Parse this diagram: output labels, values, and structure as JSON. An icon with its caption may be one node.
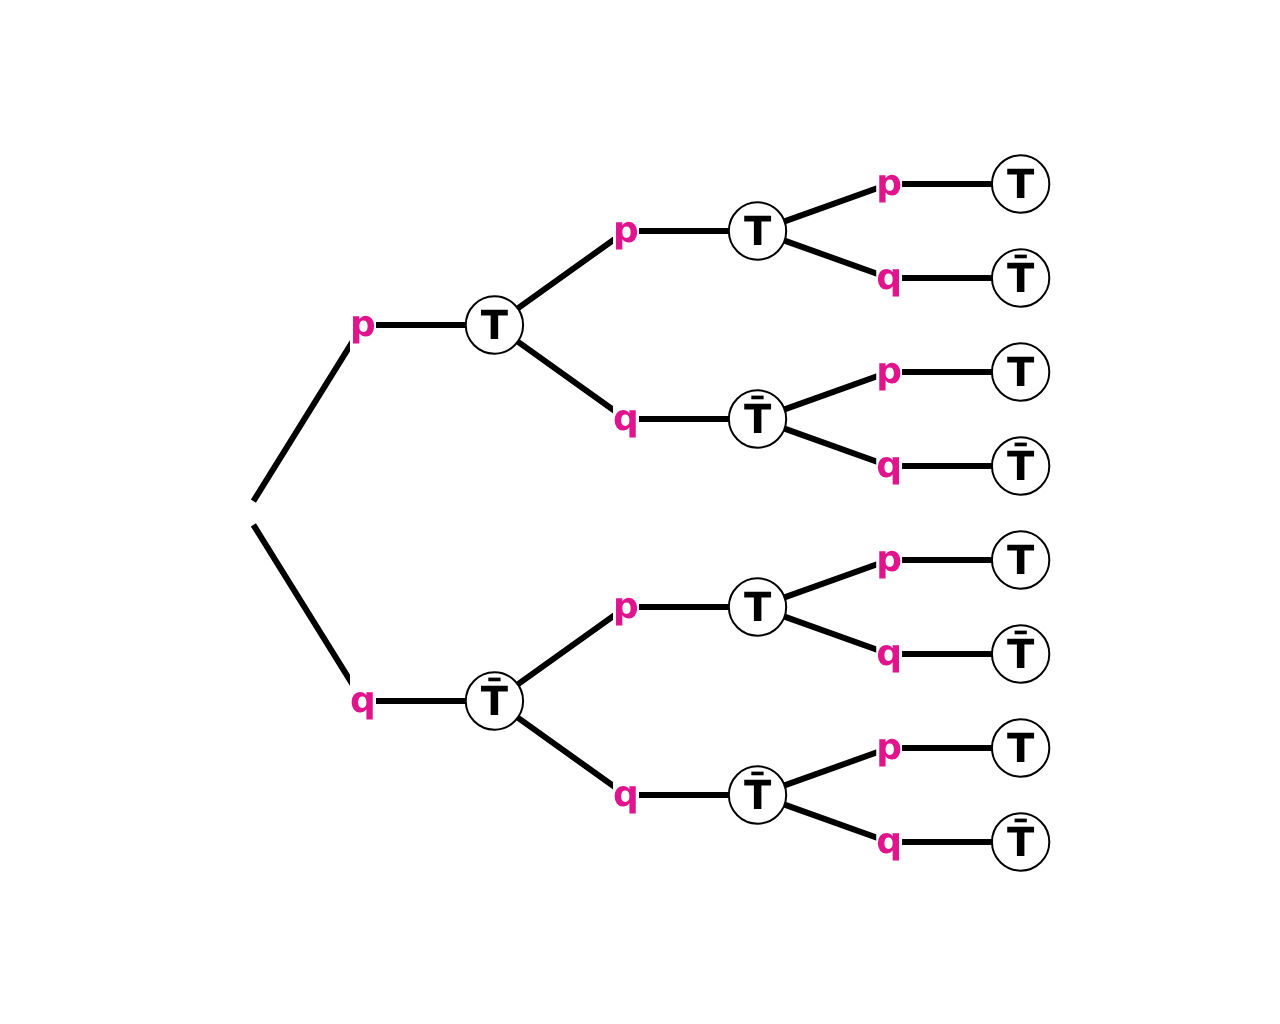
{
  "diagram": {
    "nodes": [
      {
        "text": [
          "T"
        ]
      },
      {
        "text": [
          "T̄"
        ]
      },
      {
        "text": [
          "T"
        ]
      },
      {
        "text": [
          "T̄"
        ]
      },
      {
        "text": [
          "T"
        ]
      },
      {
        "text": [
          "T̄"
        ]
      },
      {
        "text": [
          "T"
        ]
      },
      {
        "text": [
          "T̄"
        ]
      },
      {
        "text": [
          "T"
        ]
      },
      {
        "text": [
          "T̄"
        ]
      },
      {
        "text": [
          "T"
        ]
      },
      {
        "text": [
          "T̄"
        ]
      },
      {
        "text": [
          "T"
        ]
      },
      {
        "text": [
          "T̄"
        ]
      }
    ],
    "edges": [
      {
        "from": null,
        "to": 0,
        "arrow": "none",
        "label": "p"
      },
      {
        "from": null,
        "to": 1,
        "arrow": "none",
        "label": "q"
      },
      {
        "from": 0,
        "to": 2,
        "arrow": "none",
        "label": "p"
      },
      {
        "from": 0,
        "to": 3,
        "arrow": "none",
        "label": "q"
      },
      {
        "from": 1,
        "to": 4,
        "arrow": "none",
        "label": "p"
      },
      {
        "from": 1,
        "to": 5,
        "arrow": "none",
        "label": "q"
      },
      {
        "from": 2,
        "to": 6,
        "arrow": "none",
        "label": "p"
      },
      {
        "from": 2,
        "to": 7,
        "arrow": "none",
        "label": "q"
      },
      {
        "from": 3,
        "to": 8,
        "arrow": "none",
        "label": "p"
      },
      {
        "from": 3,
        "to": 9,
        "arrow": "none",
        "label": "q"
      },
      {
        "from": 4,
        "to": 10,
        "arrow": "none",
        "label": "p"
      },
      {
        "from": 4,
        "to": 11,
        "arrow": "none",
        "label": "q"
      },
      {
        "from": 5,
        "to": 12,
        "arrow": "none",
        "label": "p"
      },
      {
        "from": 5,
        "to": 13,
        "arrow": "none",
        "label": "q"
      }
    ]
  }
}
